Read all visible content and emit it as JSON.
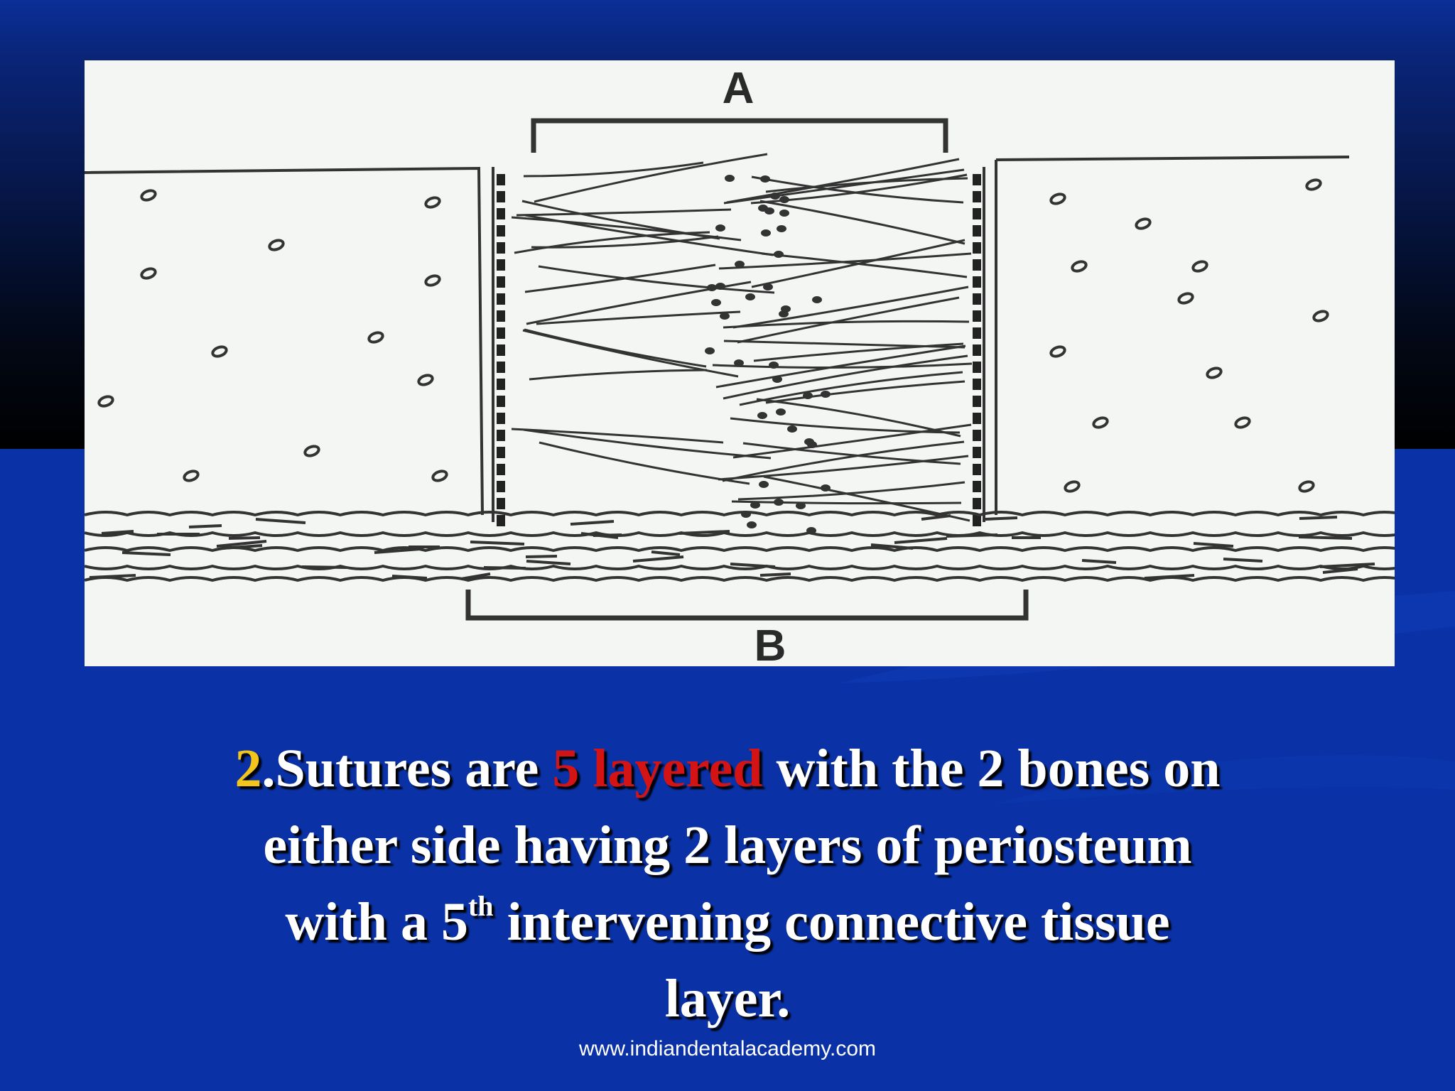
{
  "figure": {
    "label_top": "A",
    "label_bottom": "B"
  },
  "caption": {
    "line1": {
      "num": "2",
      "text_a": ".Sutures are ",
      "highlight": "5 layered",
      "text_b": " with the 2 bones on"
    },
    "line2": "either side having 2 layers of periosteum",
    "line3": {
      "text_a": "with a 5",
      "sup": "th",
      "text_b": " intervening connective tissue"
    },
    "line4": "layer."
  },
  "footer": {
    "url": "www.indiandentalacademy.com"
  },
  "colors": {
    "background": "#0a32a6",
    "number_yellow": "#f3c51b",
    "highlight_red": "#d41414",
    "text_white": "#ffffff"
  }
}
